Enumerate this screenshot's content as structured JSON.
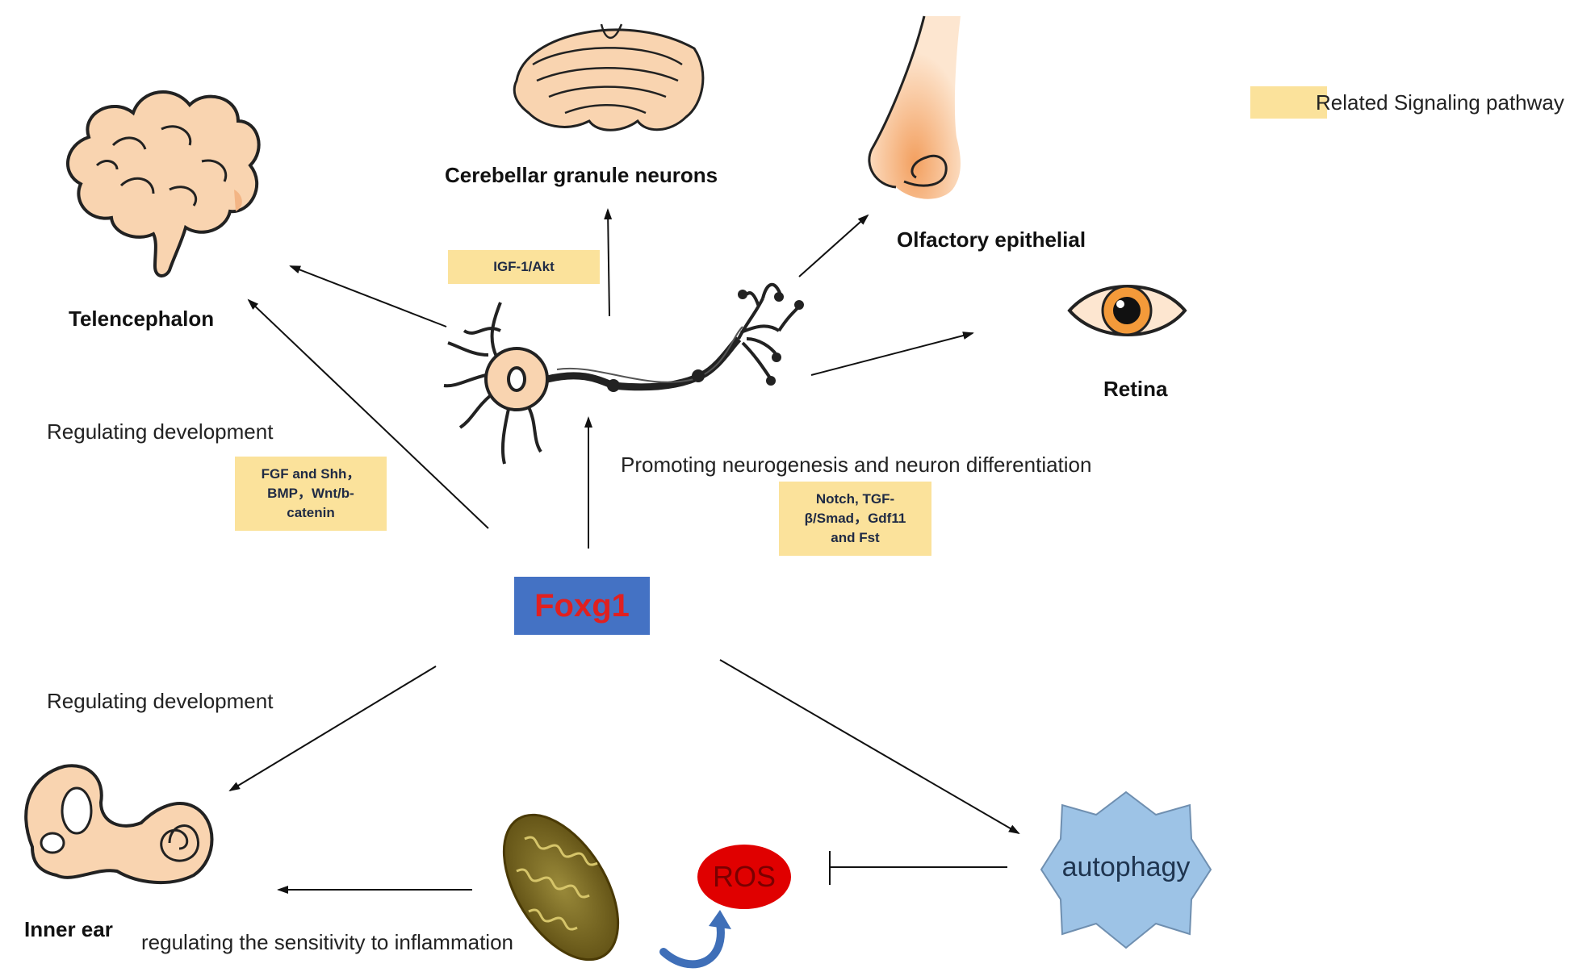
{
  "center": {
    "label": "Foxg1"
  },
  "organs": {
    "cerebellar": "Cerebellar granule neurons",
    "olfactory": "Olfactory epithelial",
    "telencephalon": "Telencephalon",
    "retina": "Retina",
    "inner_ear": "Inner ear"
  },
  "annotations": {
    "regulating_dev_top": "Regulating development",
    "promoting": "Promoting neurogenesis and neuron differentiation",
    "regulating_dev_bottom": "Regulating development",
    "inflammation": "regulating the sensitivity to inflammation"
  },
  "pathways": {
    "igf": "IGF-1/Akt",
    "fgf_line1": "FGF and Shh，",
    "fgf_line2": "BMP，Wnt/b-",
    "fgf_line3": "catenin",
    "notch_line1": "Notch, TGF-",
    "notch_line2": "β/Smad，Gdf11",
    "notch_line3": "and Fst"
  },
  "nodes": {
    "ros": "ROS",
    "autophagy": "autophagy"
  },
  "legend": {
    "label": "Related Signaling pathway",
    "color": "#fbe29b"
  },
  "colors": {
    "foxg1_box": "#4472c4",
    "foxg1_text": "#e02020",
    "ros": "#e00000",
    "autophagy": "#9dc3e6",
    "pathway_box": "#fbe29b",
    "organ_fill": "#f9d4b0"
  },
  "icons": [
    "brain-icon",
    "cerebellum-icon",
    "nose-icon",
    "eye-icon",
    "neuron-icon",
    "inner-ear-icon",
    "mitochondrion-icon",
    "curved-arrow-icon"
  ]
}
